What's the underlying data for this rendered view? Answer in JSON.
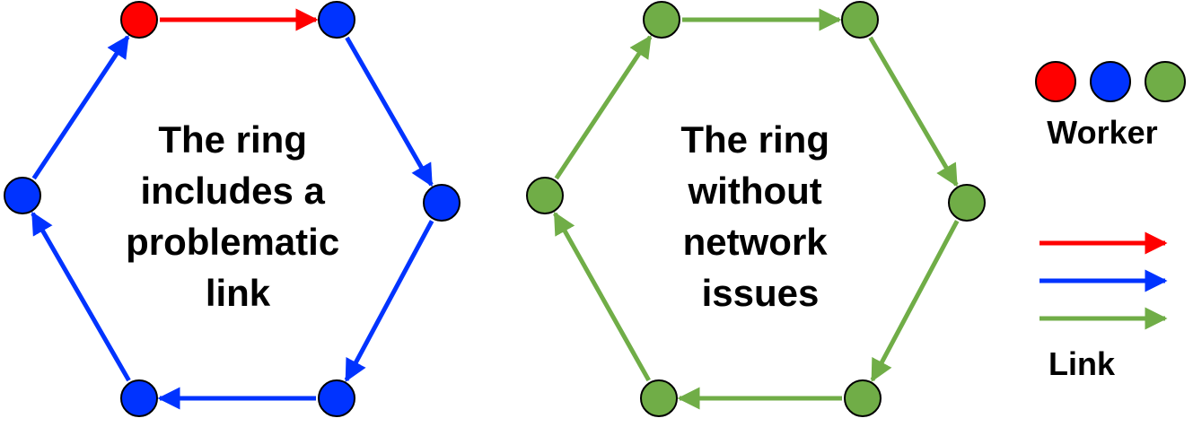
{
  "colors": {
    "red": "#ff0000",
    "blue": "#0033ff",
    "green": "#70ad47",
    "outline": "#000000"
  },
  "rings": [
    {
      "name": "left-ring",
      "caption": [
        "The ring",
        "includes a",
        "problematic",
        "link"
      ],
      "workers": [
        "red",
        "blue",
        "blue",
        "blue",
        "blue",
        "blue"
      ],
      "links": [
        "red",
        "blue",
        "blue",
        "blue",
        "blue",
        "blue"
      ]
    },
    {
      "name": "right-ring",
      "caption": [
        "The ring",
        "without",
        "network",
        "issues"
      ],
      "workers": [
        "green",
        "green",
        "green",
        "green",
        "green",
        "green"
      ],
      "links": [
        "green",
        "green",
        "green",
        "green",
        "green",
        "green"
      ]
    }
  ],
  "legend": {
    "worker_label": "Worker",
    "worker_colors": [
      "red",
      "blue",
      "green"
    ],
    "link_label": "Link",
    "link_colors": [
      "red",
      "blue",
      "green"
    ]
  }
}
